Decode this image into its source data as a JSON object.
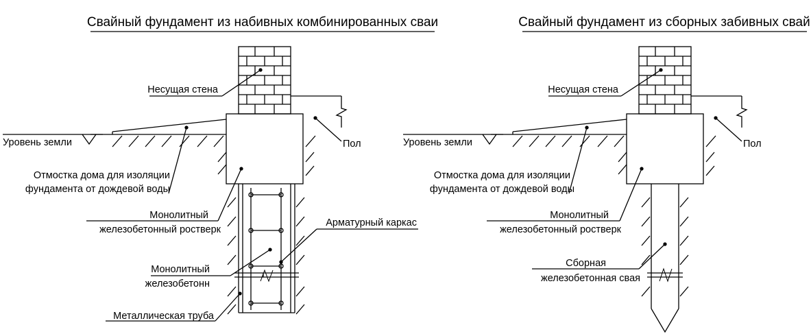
{
  "left": {
    "title": "Свайный фундамент из набивных комбинированных сваи",
    "labels": {
      "wall": "Несущая стена",
      "ground": "Уровень земли",
      "floor": "Пол",
      "blind_area_1": "Отмостка дома для изоляции",
      "blind_area_2": "фундамента от дождевой воды",
      "grillage_1": "Монолитный",
      "grillage_2": "железобетонный ростверк",
      "rebar_cage": "Арматурный каркас",
      "pile_1": "Монолитный",
      "pile_2": "железобетонн",
      "pipe": "Металлическая труба"
    }
  },
  "right": {
    "title": "Свайный фундамент из сборных забивных свай",
    "labels": {
      "wall": "Несущая стена",
      "ground": "Уровень земли",
      "floor": "Пол",
      "blind_area_1": "Отмостка дома для изоляции",
      "blind_area_2": "фундамента от дождевой воды",
      "grillage_1": "Монолитный",
      "grillage_2": "железобетонный ростверк",
      "pile_1": "Сборная",
      "pile_2": "железобетонная свая"
    }
  }
}
